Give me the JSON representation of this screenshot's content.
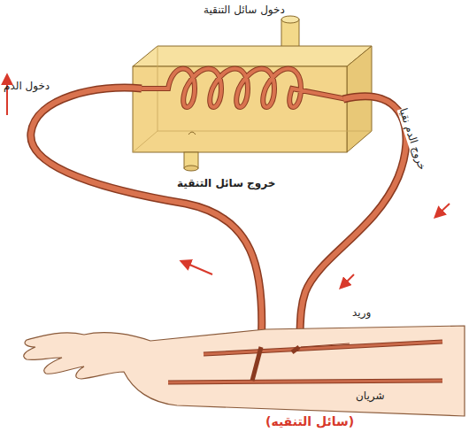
{
  "diagram": {
    "labels": [
      "دخول سائل التنقية",
      "دخول الدم",
      "خروج سائل التنقية",
      "خروج الدم نقيا",
      "وريد",
      "شريان",
      "(سائل التنقيه)"
    ]
  }
}
